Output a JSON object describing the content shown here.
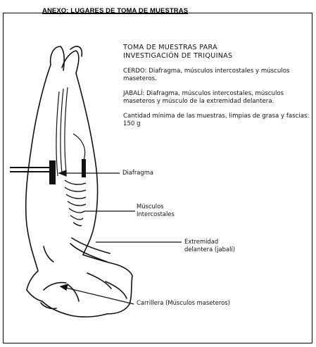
{
  "heading": "ANEXO: LUGARES DE TOMA DE MUESTRAS",
  "info": {
    "title_line1": "TOMA DE MUESTRAS PARA",
    "title_line2": "INVESTIGACIÓN DE TRIQUINAS",
    "cerdo": "CERDO: Diafragma, músculos intercostales y músculos maseteros.",
    "jabali": "JABALÍ: Diafragma, músculos intercostales, músculos maseteros y músculo de la extremidad delantera.",
    "cantidad": "Cantidad mínima de las muestras, limpias de grasa y fascias: 150 g"
  },
  "labels": {
    "diafragma": "Diafragma",
    "musculos_line1": "Músculos",
    "musculos_line2": "Intercostales",
    "extremidad_line1": "Extremidad",
    "extremidad_line2": "delantera (jabalí)",
    "carrillera": "Carrillera (Músculos maseteros)"
  }
}
